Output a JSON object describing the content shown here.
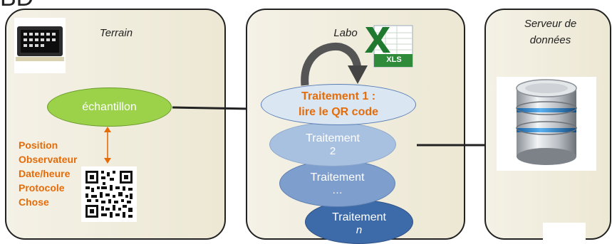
{
  "corner_title": "BD",
  "terrain": {
    "label": "Terrain",
    "sample": "échantillon",
    "fields": [
      "Position",
      "Observateur",
      "Date/heure",
      "Protocole",
      "Chose"
    ]
  },
  "labo": {
    "label": "Labo",
    "excel_badge": "XLS",
    "steps": [
      {
        "line1": "Traitement 1 :",
        "line2": "lire le QR code"
      },
      {
        "line1": "Traitement",
        "line2": "2"
      },
      {
        "line1": "Traitement",
        "line2": "…"
      },
      {
        "line1": "Traitement",
        "line2": "n"
      }
    ]
  },
  "server": {
    "label_line1": "Serveur de",
    "label_line2": "données",
    "icon": "database-icon"
  },
  "colors": {
    "sample_green": "#9bd24a",
    "orange_text": "#e46c0a",
    "step1_fill": "#dbe6f3",
    "step2_fill": "#a9c1e0",
    "step3_fill": "#7e9fce",
    "step4_fill": "#3d6aa8"
  }
}
